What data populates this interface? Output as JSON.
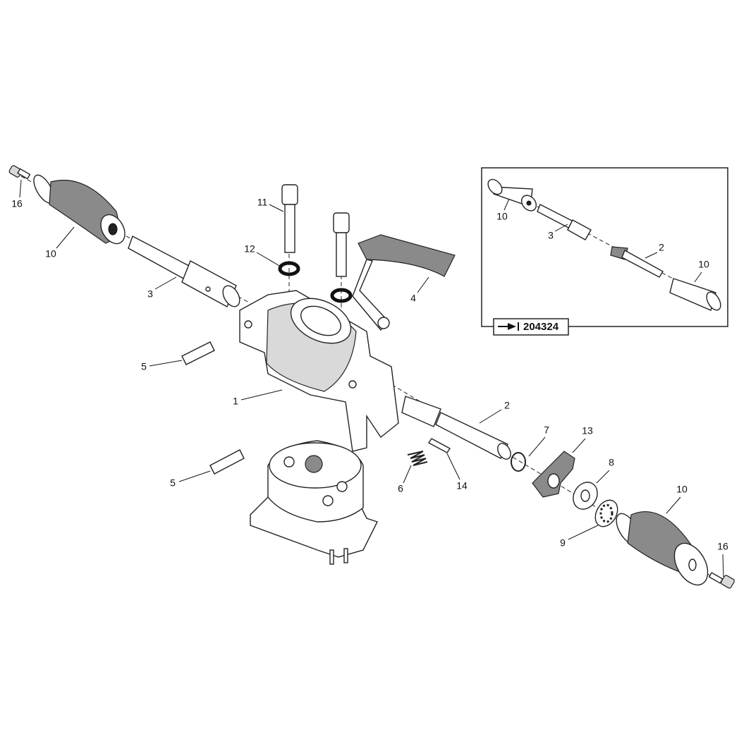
{
  "diagram": {
    "title": "Exploded parts view",
    "callouts": [
      "16",
      "10",
      "3",
      "11",
      "12",
      "4",
      "5",
      "1",
      "2",
      "7",
      "13",
      "8",
      "6",
      "14",
      "5",
      "10",
      "9",
      "16"
    ],
    "inset": {
      "callouts": [
        "10",
        "3",
        "2",
        "10"
      ],
      "reference_label": "204324",
      "reference_icon": "arrow-to-bar-icon"
    }
  }
}
